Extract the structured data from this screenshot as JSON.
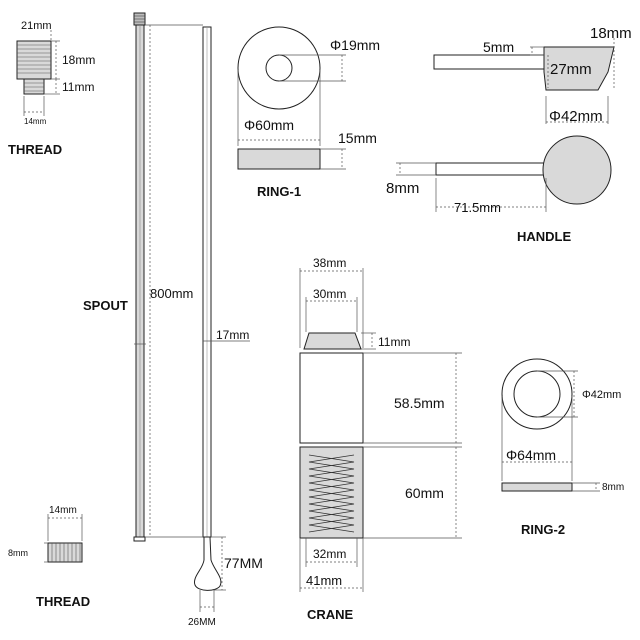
{
  "thread_top": {
    "title": "THREAD",
    "d_total": "21mm",
    "d_upper": "18mm",
    "d_lower": "11mm",
    "d_width": "14mm"
  },
  "thread_bottom": {
    "title": "THREAD",
    "d_width": "14mm",
    "d_height": "8mm"
  },
  "spout": {
    "title": "SPOUT",
    "d_length": "800mm",
    "d_width": "17mm",
    "d_tip": "77MM",
    "d_tip_width": "26MM"
  },
  "ring1": {
    "title": "RING-1",
    "d_inner": "Φ19mm",
    "d_outer": "Φ60mm",
    "d_thickness": "15mm"
  },
  "handle": {
    "title": "HANDLE",
    "d_tip_top": "5mm",
    "d_height": "18mm",
    "d_side": "27mm",
    "d_disc": "Φ42mm",
    "d_bar": "8mm",
    "d_length": "71.5mm"
  },
  "crane": {
    "title": "CRANE",
    "d_top_width": "38mm",
    "d_cap_width": "30mm",
    "d_cap_height": "11mm",
    "d_body": "58.5mm",
    "d_coil": "60mm",
    "d_coil_width": "32mm",
    "d_base": "41mm"
  },
  "ring2": {
    "title": "RING-2",
    "d_inner": "Φ42mm",
    "d_outer": "Φ64mm",
    "d_thickness": "8mm"
  }
}
